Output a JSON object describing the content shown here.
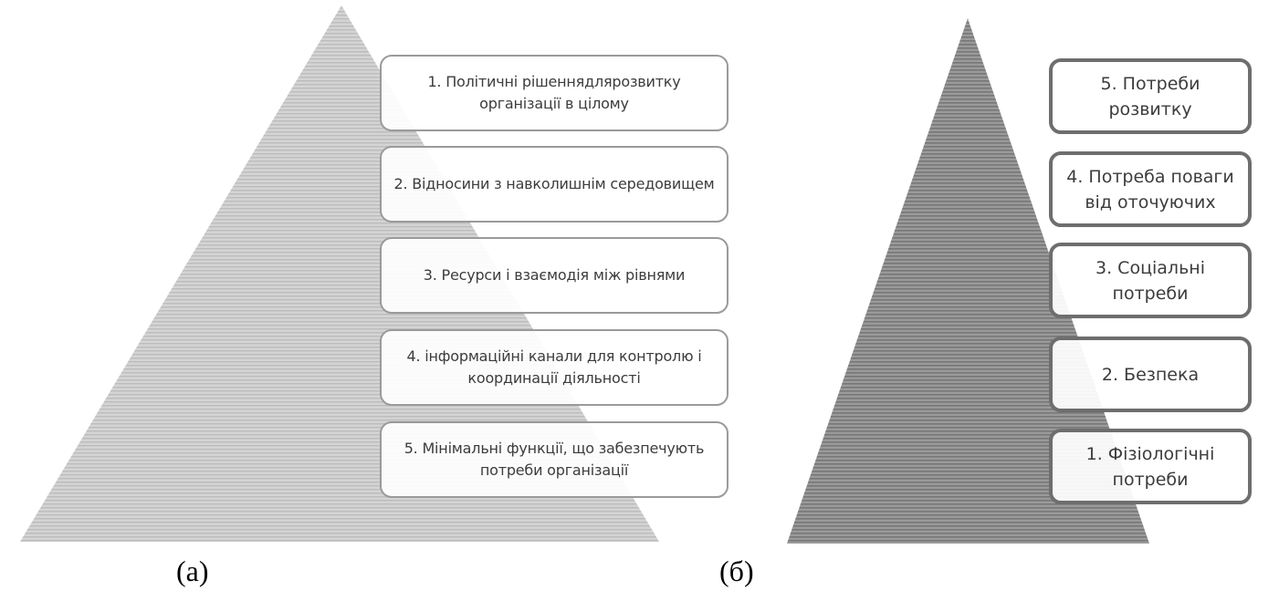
{
  "diagram_a": {
    "caption": "(а)",
    "boxes": [
      "1. Політичні рішеннядлярозвитку організації в цілому",
      "2. Відносини з навколишнім середовищем",
      "3. Ресурси і взаємодія між рівнями",
      "4. інформаційні канали для контролю і координації діяльності",
      "5. Мінімальні функції, що забезпечують потреби організації"
    ],
    "pyramid_color": "#c9c9c9"
  },
  "diagram_b": {
    "caption": "(б)",
    "boxes": [
      "5. Потреби розвитку",
      "4. Потреба поваги від оточуючих",
      "3. Соціальні потреби",
      "2. Безпека",
      "1. Фізіологічні потреби"
    ],
    "pyramid_color": "#8c8c8c"
  }
}
